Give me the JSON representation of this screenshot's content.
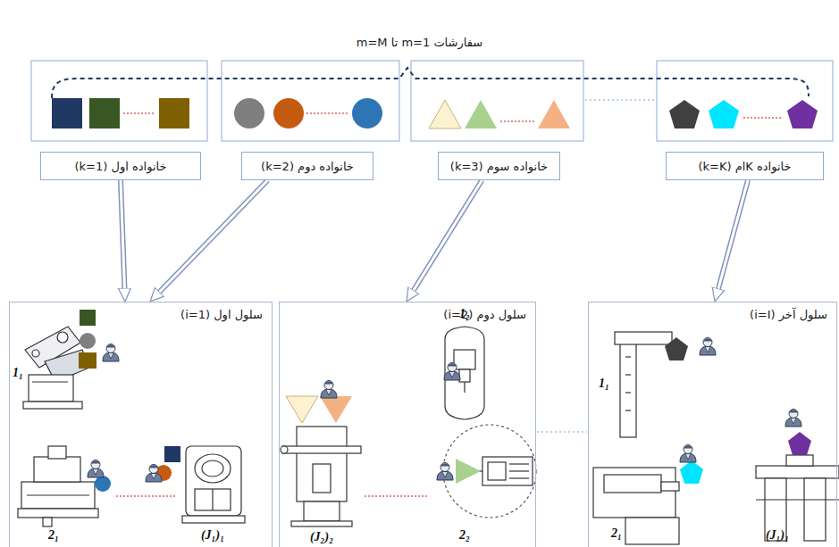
{
  "diagram": {
    "title": "سفارشات m=1 تا m=M",
    "nodes": [
      {
        "text": [
          "خانواده اول (k=1)"
        ]
      },
      {
        "text": [
          "خانواده دوم (k=2)"
        ]
      },
      {
        "text": [
          "خانواده سوم (k=3)"
        ]
      },
      {
        "text": [
          "خانواده Kام (k=K)"
        ]
      },
      {
        "text": [
          "سلول اول (i=1)"
        ]
      },
      {
        "text": [
          "سلول دوم (i=2)"
        ]
      },
      {
        "text": [
          "سلول آخر (i=I)"
        ]
      }
    ],
    "edges": [
      {
        "from": 0,
        "to": 4,
        "arrow": "to"
      },
      {
        "from": 1,
        "to": 4,
        "arrow": "to"
      },
      {
        "from": 2,
        "to": 5,
        "arrow": "to"
      },
      {
        "from": 3,
        "to": 6,
        "arrow": "to"
      }
    ],
    "labels": [
      "1₁",
      "2₁",
      "(J₁)₁",
      "1₂",
      "(J₂)₂",
      "2₂",
      "1₁",
      "2₁",
      "(J₁)₁"
    ]
  }
}
